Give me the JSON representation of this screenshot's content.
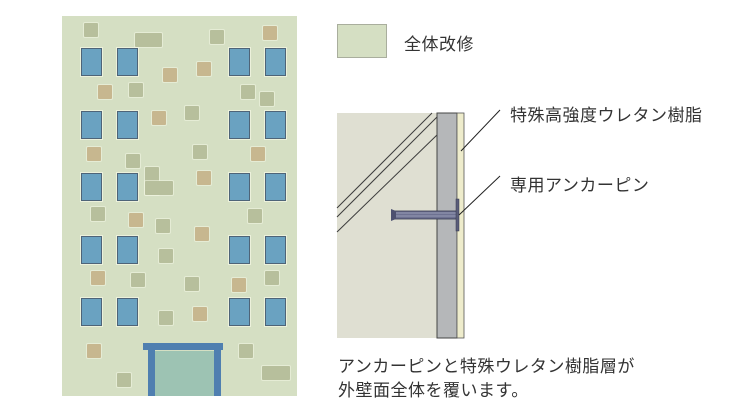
{
  "legend": {
    "swatch_color": "#d5dfc3",
    "label": "全体改修"
  },
  "section": {
    "labels": {
      "resin": "特殊高強度ウレタン樹脂",
      "anchor": "専用アンカーピン"
    },
    "colors": {
      "concrete": "#dfdfd2",
      "mortar": "#b5b7b9",
      "resin_layer": "#eeeccc",
      "pin": "#6d7191"
    }
  },
  "caption": {
    "line1": "アンカーピンと特殊ウレタン樹脂層が",
    "line2": "外壁面全体を覆います。"
  },
  "building": {
    "wall_color": "#d5dfc3",
    "window_color": "#6aa2c1",
    "door_frame_color": "#4f7fb0",
    "door_fill_color": "#9dc3b3"
  }
}
